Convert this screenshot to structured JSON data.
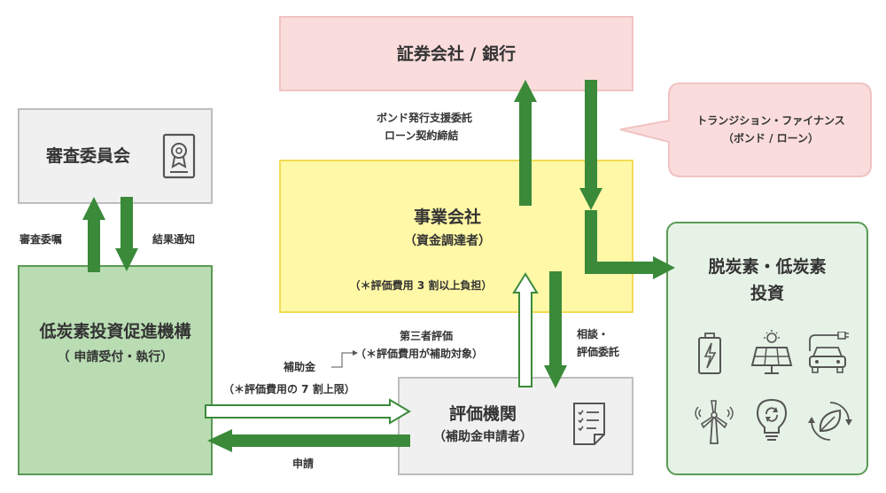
{
  "securities": {
    "title": "証券会社 / 銀行"
  },
  "committee": {
    "title": "審査委員会"
  },
  "company": {
    "title": "事業会社",
    "subtitle": "（資金調達者）",
    "note": "（＊評価費用 3 割以上負担）"
  },
  "organization": {
    "title": "低炭素投資促進機構",
    "subtitle": "（ 申請受付・執行）"
  },
  "evaluator": {
    "title": "評価機関",
    "subtitle": "（補助金申請者）"
  },
  "investment": {
    "title_line1": "脱炭素・低炭素",
    "title_line2": "投資"
  },
  "callout": {
    "line1": "トランジション・ファイナンス",
    "line2": "（ボンド / ローン）"
  },
  "labels": {
    "bond_line1": "ボンド発行支援委託",
    "bond_line2": "ローン契約締結",
    "review_request": "審査委嘱",
    "result_notice": "結果通知",
    "third_party_line1": "第三者評価",
    "third_party_line2": "（＊評価費用が補助対象）",
    "consult_line1": "相談・",
    "consult_line2": "評価委託",
    "subsidy_line1": "補助金",
    "subsidy_line2": "（＊評価費用の 7 割上限）",
    "application": "申請"
  },
  "icons": {
    "committee": "certificate-icon",
    "evaluator": "checklist-document-icon",
    "investment": [
      "battery-icon",
      "solar-panel-icon",
      "electric-car-icon",
      "wind-turbine-icon",
      "recycle-bulb-icon",
      "eco-leaf-icon"
    ]
  },
  "colors": {
    "arrow_green": "#3a8a3a",
    "investment_bg": "#e6f2e6",
    "company_bg": "#fff8a6",
    "securities_bg": "#fadcdc",
    "organization_bg": "#b9dcb3",
    "grey_bg": "#f0f0f0"
  }
}
